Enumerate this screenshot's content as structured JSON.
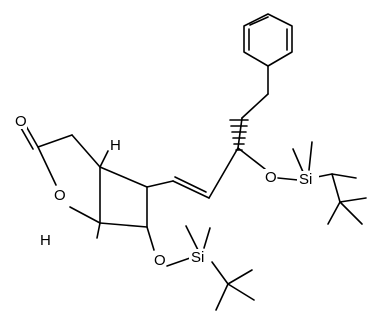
{
  "labels": {
    "carbonyl_oxygen": "O",
    "ring_oxygen": "O",
    "upper_bridgehead_h": "H",
    "lower_bridgehead_h": "H",
    "lower_ether_oxygen": "O",
    "lower_silicon": "Si",
    "upper_ether_oxygen": "O",
    "upper_silicon": "Si"
  }
}
